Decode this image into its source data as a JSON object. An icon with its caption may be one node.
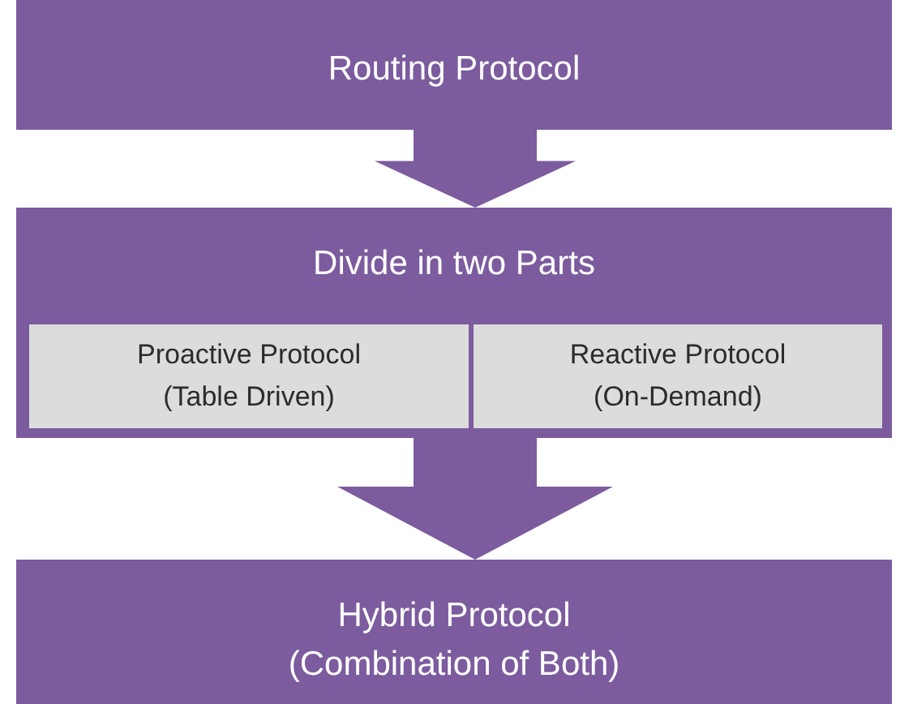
{
  "diagram": {
    "nodes": [
      {
        "text": [
          "Routing Protocol"
        ]
      },
      {
        "text": [
          "Divide in two Parts"
        ]
      },
      {
        "text": [
          "Proactive Protocol",
          "(Table Driven)"
        ],
        "in": 1
      },
      {
        "text": [
          "Reactive Protocol",
          "(On-Demand)"
        ],
        "in": 1
      },
      {
        "text": [
          "Hybrid Protocol",
          "(Combination of Both)"
        ]
      }
    ],
    "edges": [
      {
        "from": 0,
        "to": 1,
        "arrow": "to"
      },
      {
        "from": 1,
        "to": 4,
        "arrow": "to"
      }
    ]
  }
}
